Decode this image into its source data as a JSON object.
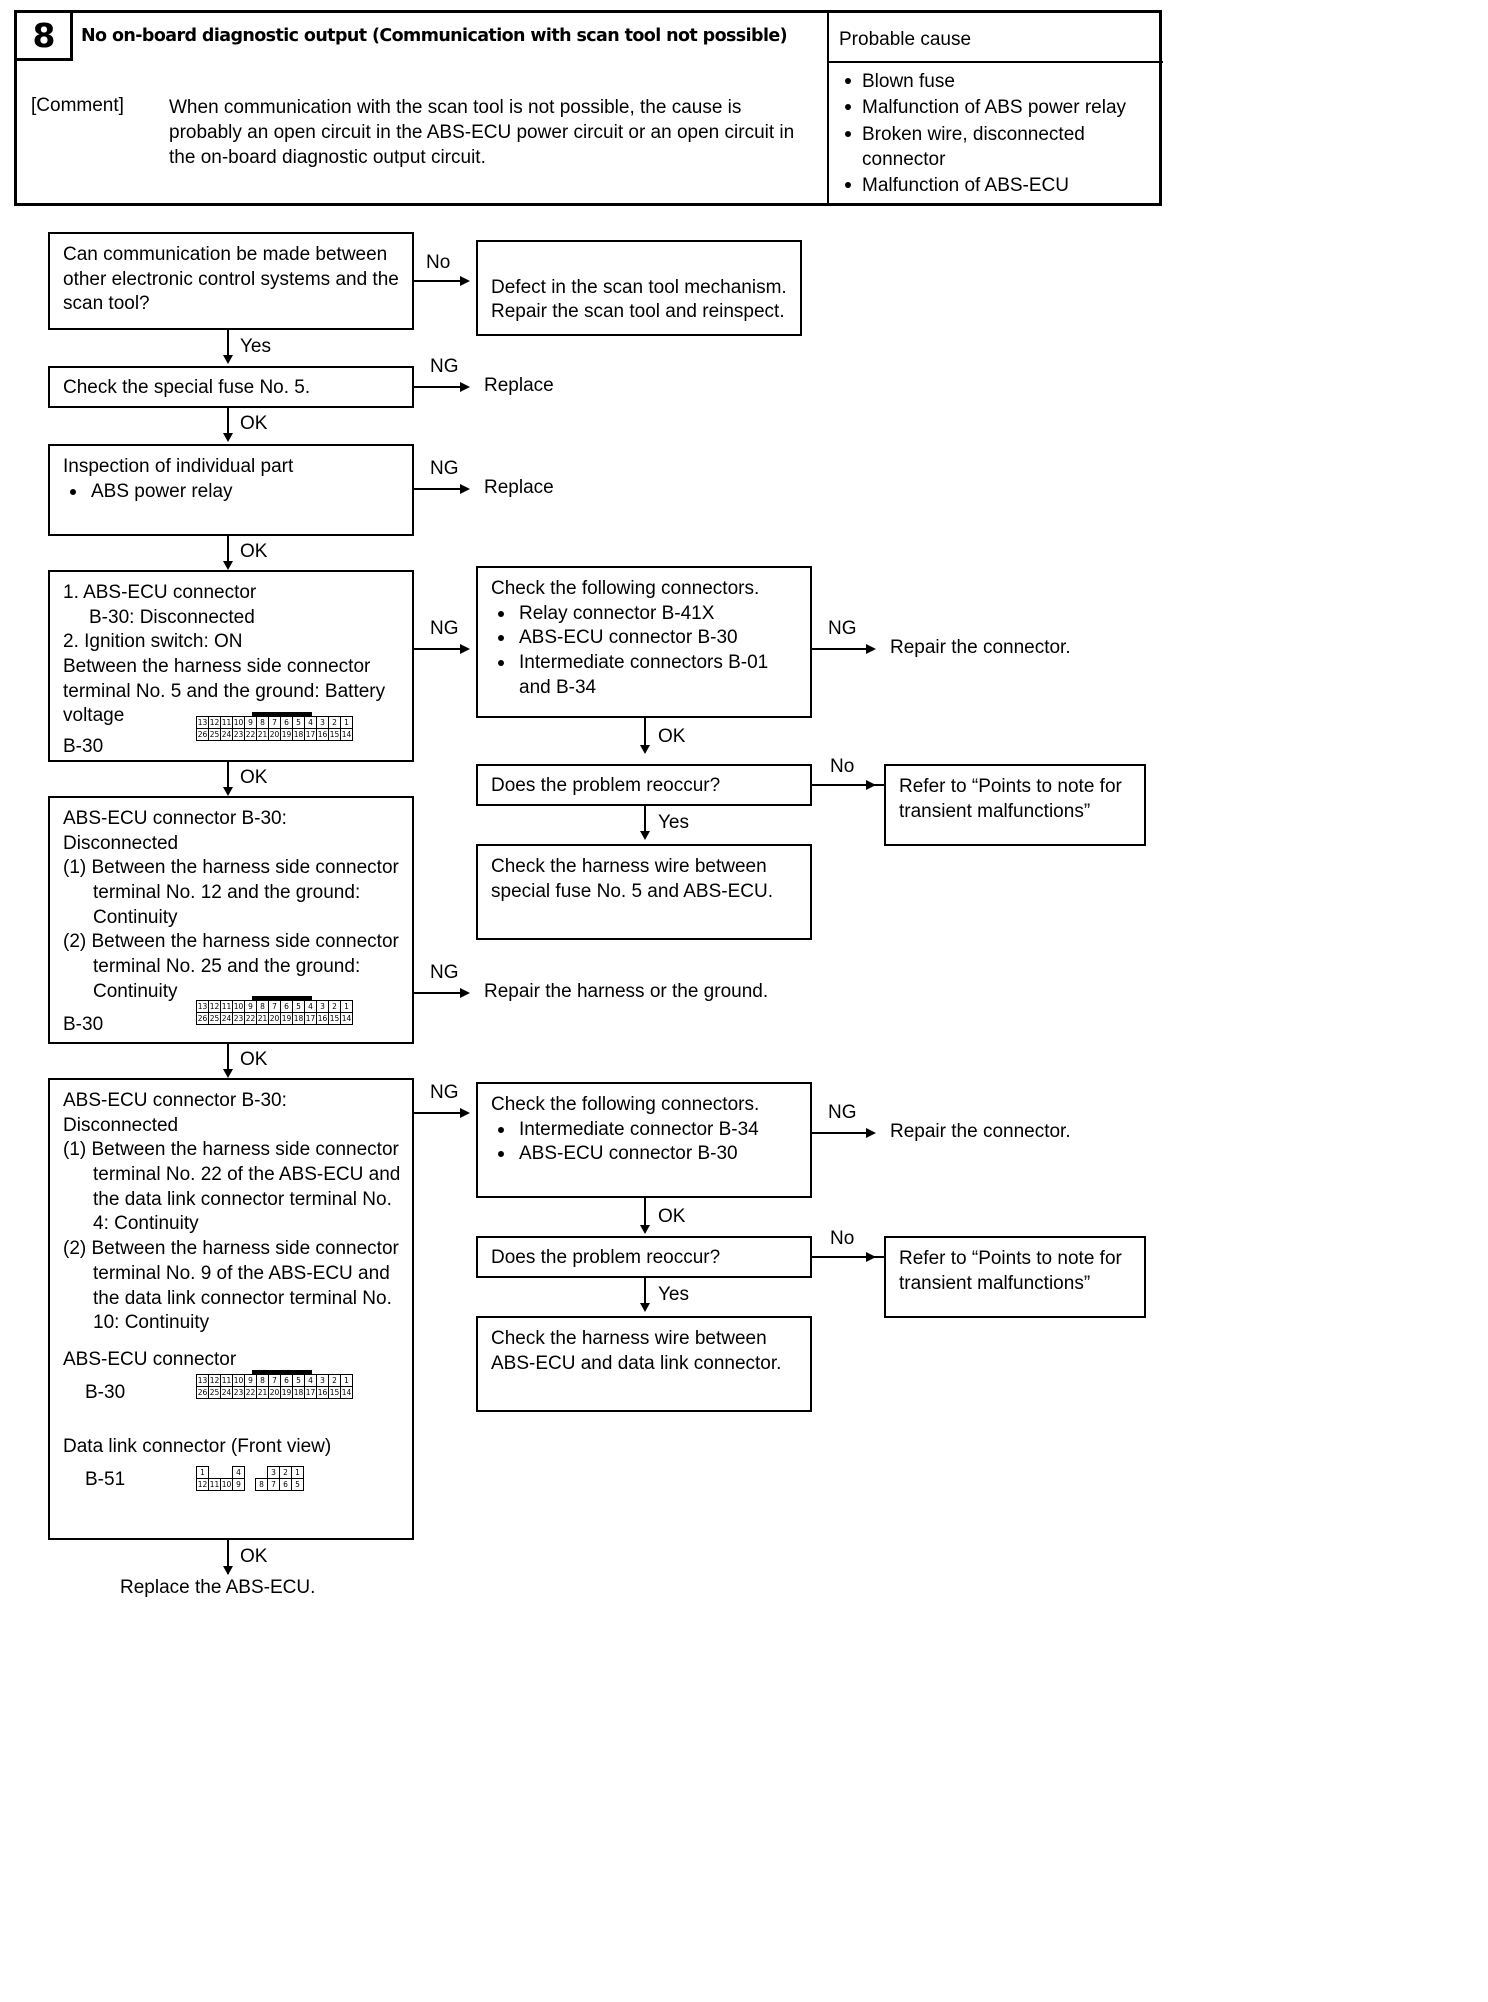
{
  "header": {
    "number": "8",
    "title": "No on-board diagnostic output (Communication with scan tool not possible)",
    "probable_cause_label": "Probable cause",
    "comment_label": "[Comment]",
    "comment_text": "When communication with the scan tool is not possible, the cause is probably an open circuit in the ABS-ECU power circuit or an open circuit in the on-board diagnostic output circuit.",
    "causes": [
      "Blown fuse",
      "Malfunction of ABS power relay",
      "Broken wire, disconnected connector",
      "Malfunction of ABS-ECU"
    ]
  },
  "flow": {
    "b1_question": "Can communication be made between other electronic control systems and the scan tool?",
    "b1_no_label": "No",
    "b1_no_result": "Defect in the scan tool mechanism.\nRepair the scan tool and reinspect.",
    "b1_yes_label": "Yes",
    "b2_text": "Check the special fuse No. 5.",
    "b2_ng_label": "NG",
    "b2_ng_result": "Replace",
    "b2_ok_label": "OK",
    "b3_title": "Inspection of individual part",
    "b3_item": "ABS power relay",
    "b3_ng_label": "NG",
    "b3_ng_result": "Replace",
    "b3_ok_label": "OK",
    "b4_line1": "1. ABS-ECU connector",
    "b4_line2": "B-30: Disconnected",
    "b4_line3": "2. Ignition switch: ON",
    "b4_line4": "Between the harness side connector terminal No. 5 and the ground: Battery voltage",
    "b4_conn_label": "B-30",
    "b4_ng_label": "NG",
    "b4_ok_label": "OK",
    "c1_title": "Check the following connectors.",
    "c1_items": [
      "Relay connector B-41X",
      "ABS-ECU connector B-30",
      "Intermediate connectors B-01 and B-34"
    ],
    "c1_ng_label": "NG",
    "c1_ng_result": "Repair the connector.",
    "c1_ok_label": "OK",
    "c2_text": "Does the problem reoccur?",
    "c2_no_label": "No",
    "c2_no_result": "Refer to “Points to note for transient malfunctions”",
    "c2_yes_label": "Yes",
    "c3_text": "Check the harness wire between special fuse No. 5 and ABS-ECU.",
    "b5_line1": "ABS-ECU connector",
    "b5_line2": "B-30: Disconnected",
    "b5_item1": "(1) Between the harness side connector terminal No. 12 and the ground: Continuity",
    "b5_item2": "(2) Between the harness side connector terminal No. 25 and the ground: Continuity",
    "b5_conn_label": "B-30",
    "b5_ng_label": "NG",
    "b5_ng_result": "Repair the harness or the ground.",
    "b5_ok_label": "OK",
    "b6_line1": "ABS-ECU connector",
    "b6_line2": "B-30: Disconnected",
    "b6_item1": "(1) Between the harness side connector terminal No. 22 of the ABS-ECU and the data link connector terminal No. 4: Continuity",
    "b6_item2": "(2) Between the harness side connector terminal No. 9 of the ABS-ECU and the data link connector terminal No. 10: Continuity",
    "b6_conn1_title": "ABS-ECU connector",
    "b6_conn1_label": "B-30",
    "b6_conn2_title": "Data link connector (Front view)",
    "b6_conn2_label": "B-51",
    "b6_ng_label": "NG",
    "b6_ok_label": "OK",
    "d1_title": "Check the following connectors.",
    "d1_items": [
      "Intermediate connector B-34",
      "ABS-ECU connector B-30"
    ],
    "d1_ng_label": "NG",
    "d1_ng_result": "Repair the connector.",
    "d1_ok_label": "OK",
    "d2_text": "Does the problem reoccur?",
    "d2_no_label": "No",
    "d2_no_result": "Refer to “Points to note for transient malfunctions”",
    "d2_yes_label": "Yes",
    "d3_text": "Check the harness wire between ABS-ECU and data link connector.",
    "final_text": "Replace the ABS-ECU."
  },
  "connectors": {
    "b30": {
      "top_row": [
        "13",
        "12",
        "11",
        "10",
        "9",
        "8",
        "7",
        "6",
        "5",
        "4",
        "3",
        "2",
        "1"
      ],
      "bottom_row": [
        "26",
        "25",
        "24",
        "23",
        "22",
        "21",
        "20",
        "19",
        "18",
        "17",
        "16",
        "15",
        "14"
      ]
    },
    "b51": {
      "left_top": [
        "1",
        "4"
      ],
      "left_bottom": [
        "12",
        "11",
        "10",
        "9"
      ],
      "right_top": [
        "3",
        "2",
        "1"
      ],
      "right_bottom": [
        "8",
        "7",
        "6",
        "5"
      ]
    }
  }
}
